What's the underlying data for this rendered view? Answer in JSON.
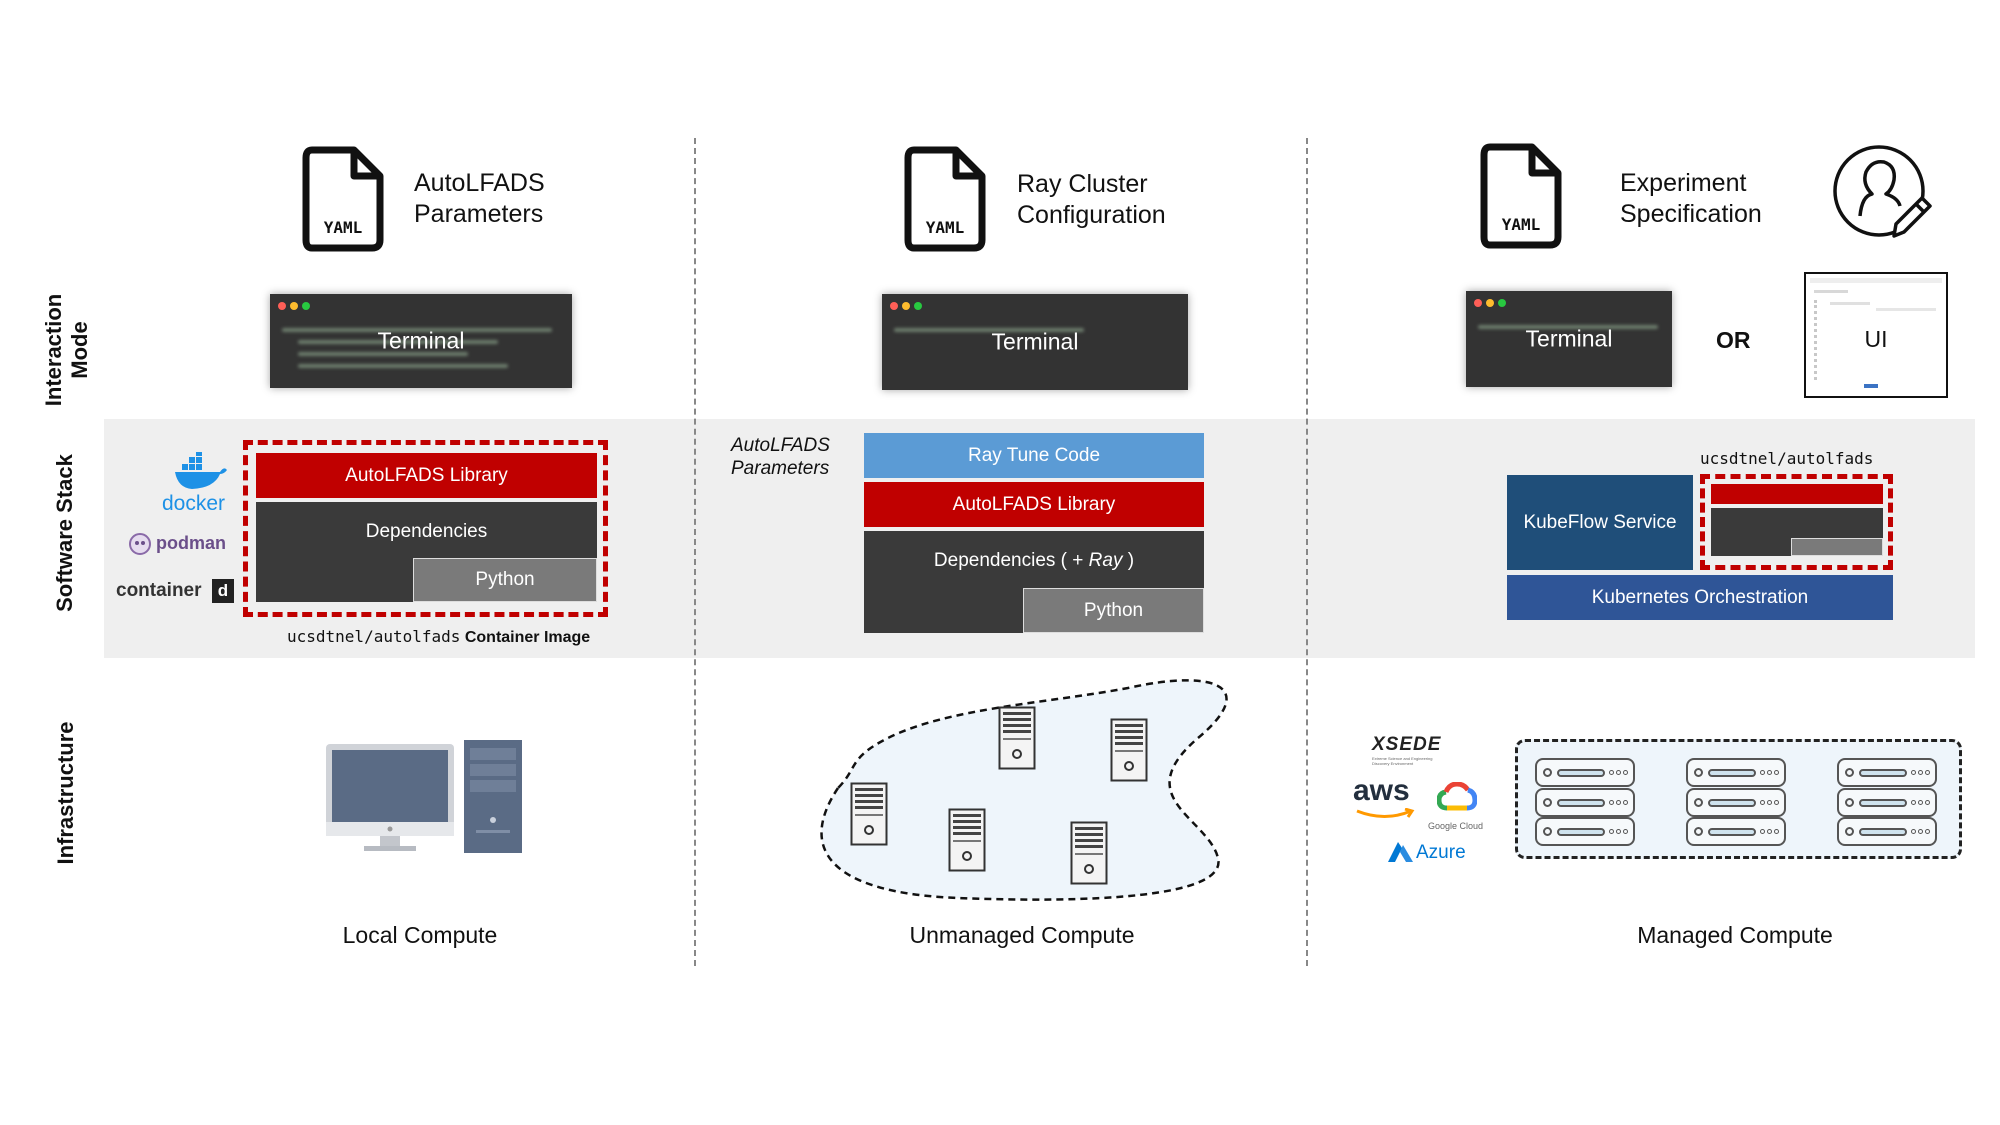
{
  "rows": {
    "interaction": "Interaction\nMode",
    "software": "Software Stack",
    "infrastructure": "Infrastructure"
  },
  "columns": [
    {
      "yaml_label": "YAML",
      "config_text": "AutoLFADS\nParameters",
      "terminal_label": "Terminal",
      "stack": {
        "library": "AutoLFADS Library",
        "dependencies": "Dependencies",
        "python": "Python",
        "image_name": "ucsdtnel/autolfads",
        "image_suffix": "Container Image"
      },
      "logos": {
        "docker": "docker",
        "podman": "podman",
        "containerd": "container"
      },
      "compute_label": "Local Compute"
    },
    {
      "yaml_label": "YAML",
      "config_text": "Ray Cluster\nConfiguration",
      "terminal_label": "Terminal",
      "stack": {
        "side_note": "AutoLFADS\nParameters",
        "ray_tune": "Ray Tune Code",
        "library": "AutoLFADS Library",
        "dependencies_pre": "Dependencies ( + ",
        "dependencies_ray": "Ray",
        "dependencies_post": " )",
        "python": "Python"
      },
      "compute_label": "Unmanaged Compute"
    },
    {
      "yaml_label": "YAML",
      "config_text": "Experiment\nSpecification",
      "terminal_label": "Terminal",
      "or_label": "OR",
      "ui_label": "UI",
      "stack": {
        "image_name": "ucsdtnel/autolfads",
        "kubeflow": "KubeFlow Service",
        "kubernetes": "Kubernetes Orchestration"
      },
      "providers": {
        "xsede": "XSEDE",
        "xsede_sub": "Extreme Science and Engineering\nDiscovery Environment",
        "aws": "aws",
        "gcloud": "Google Cloud",
        "azure": "Azure"
      },
      "compute_label": "Managed Compute"
    }
  ],
  "colors": {
    "red": "#c00000",
    "dark": "#3a3a3a",
    "gray": "#7a7a7a",
    "ray_blue": "#5b9bd5",
    "kubeflow_blue": "#1f4e79",
    "kubernetes_blue": "#2f5597",
    "band": "#efefef"
  },
  "icons": [
    "yaml-file-icon",
    "user-edit-icon",
    "docker-icon",
    "podman-icon",
    "containerd-icon",
    "desktop-computer-icon",
    "tower-server-icon",
    "cloud-cluster-icon",
    "server-rack-icon",
    "aws-icon",
    "google-cloud-icon",
    "azure-icon"
  ]
}
